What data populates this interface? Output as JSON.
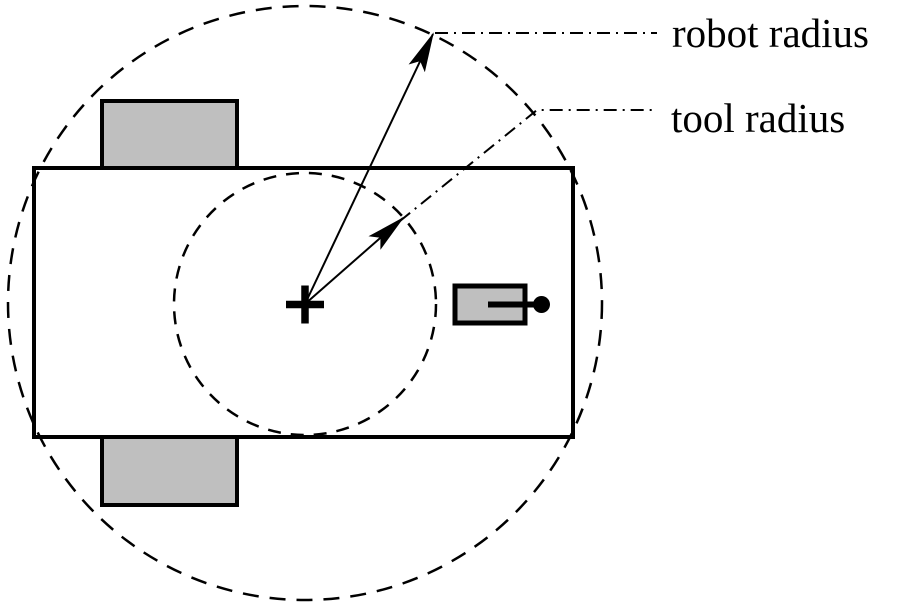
{
  "figure": {
    "description": "Top view diagram of a mobile robot footprint showing robot radius and tool radius",
    "colors": {
      "line": "#000000",
      "gray_fill": "#bfbfbf",
      "white_fill": "#ffffff",
      "background": "#ffffff"
    },
    "labels": {
      "robot_radius": "robot radius",
      "tool_radius": "tool radius"
    },
    "parts": {
      "robot_body": "robot body outline",
      "wheel_top": "left/top wheel",
      "wheel_bottom": "left/bottom wheel",
      "tool": "tool with tip dot",
      "center_cross": "robot center mark",
      "robot_radius_circle": "dashed circle of robot radius",
      "tool_radius_circle": "dashed circle of tool radius"
    }
  }
}
